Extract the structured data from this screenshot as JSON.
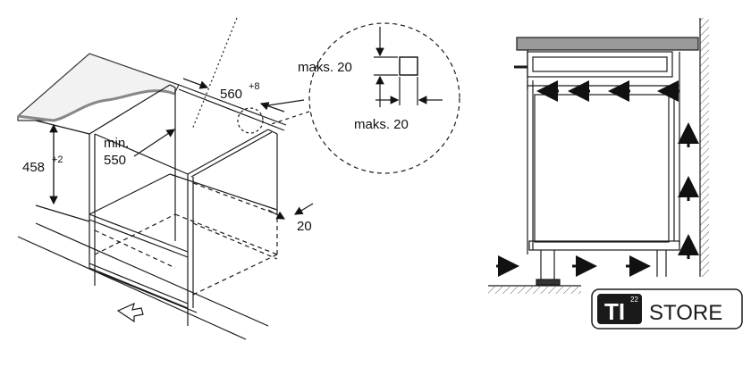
{
  "left_diagram": {
    "height_label": "458",
    "height_sup": "+2",
    "min_label": "min.",
    "min_value": "550",
    "width_label": "560",
    "width_sup": "+8",
    "depth_gap": "20"
  },
  "detail_circle": {
    "top_label": "maks. 20",
    "bottom_label": "maks. 20"
  },
  "logo": {
    "mark": "TI",
    "mark_sup": "22",
    "text": "STORE"
  },
  "colors": {
    "line": "#1a1a1a",
    "countertop_fill": "#f2f2f2",
    "counter_side": "#9a9a9a",
    "logo_box": "#1a1a1a"
  }
}
